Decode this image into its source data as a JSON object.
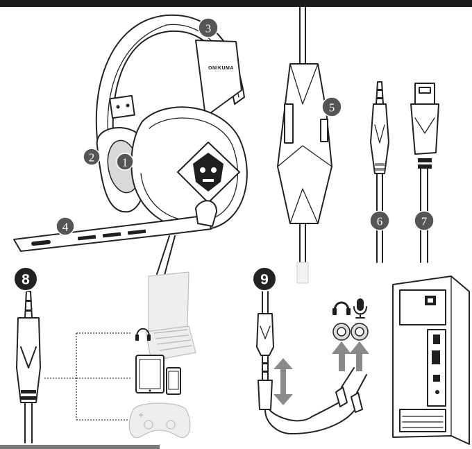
{
  "brand_text": "ONIKUMA",
  "callouts": [
    "1",
    "2",
    "3",
    "4",
    "5",
    "6",
    "7",
    "8",
    "9"
  ],
  "icons": {
    "headphone": "headphone-icon",
    "microphone": "microphone-icon",
    "arrow_vertical": "double-arrow-icon",
    "arrow_up": "up-arrow-icon"
  },
  "colors": {
    "line": "#222222",
    "badge": "#555555",
    "badge_dark": "#222222",
    "device_light": "#bdbdbd"
  }
}
